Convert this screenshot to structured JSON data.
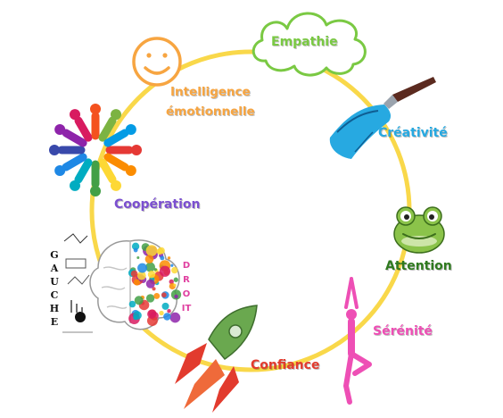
{
  "labels": {
    "empathie": "Empathie",
    "intelligence_line1": "Intelligence",
    "intelligence_line2": "émotionnelle",
    "creativite": "Créativité",
    "cooperation": "Coopération",
    "attention": "Attention",
    "serenite": "Sérénité",
    "confiance": "Confiance"
  },
  "brain": {
    "left_word": "GAUCHE",
    "right_word": "DROIT"
  },
  "colors": {
    "ring": "#f9d84a",
    "empathie": "#7ac943",
    "intelligence": "#f7a541",
    "creativite": "#27a9e1",
    "cooperation": "#7b4fd0",
    "attention": "#2f7a1f",
    "serenite": "#ee4fb5",
    "confiance": "#e23b2e"
  },
  "icons": {
    "smiley": "smiley-face-icon",
    "cloud": "cloud-icon",
    "paintbrush": "paintbrush-icon",
    "people_circle": "people-circle-icon",
    "brain": "brain-icon",
    "frog": "frog-icon",
    "yoga": "yoga-pose-icon",
    "rocket": "rocket-icon"
  }
}
